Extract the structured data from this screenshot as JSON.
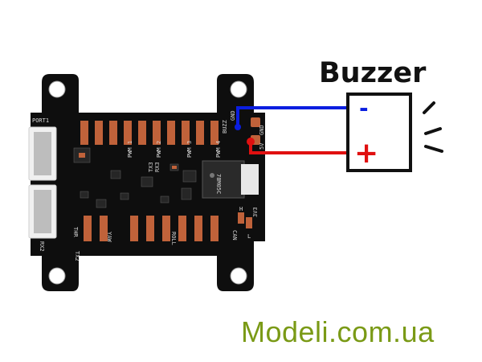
{
  "diagram": {
    "buzzer_label": "Buzzer",
    "minus_sign": "-",
    "plus_sign": "+",
    "watermark": "Modeli.com.ua",
    "colors": {
      "wire_negative": "#0a1ee0",
      "wire_positive": "#e01010",
      "board": "#0e0e0e",
      "pad": "#c0623a",
      "sound_lines": "#111111",
      "watermark": "#7a9a16"
    },
    "board_labels": {
      "port1": "PORT1",
      "buzz": "BUZZ",
      "gnd_top": "GND",
      "five_v": "5V",
      "gnd_right": "GND",
      "pwm4": "PWM 4",
      "pwm3": "PWM 3",
      "pwm2": "PWM 2",
      "pwm1": "PWM 1",
      "tx3": "TX3",
      "rx3": "RX3",
      "tx2": "TX2",
      "rx2": "RX2",
      "yaw": "YAW",
      "roll": "ROLL",
      "thr": "THR",
      "can": "CAN",
      "h": "H",
      "l": "L",
      "three_v3": "3V3",
      "chip": "78M05C"
    }
  }
}
